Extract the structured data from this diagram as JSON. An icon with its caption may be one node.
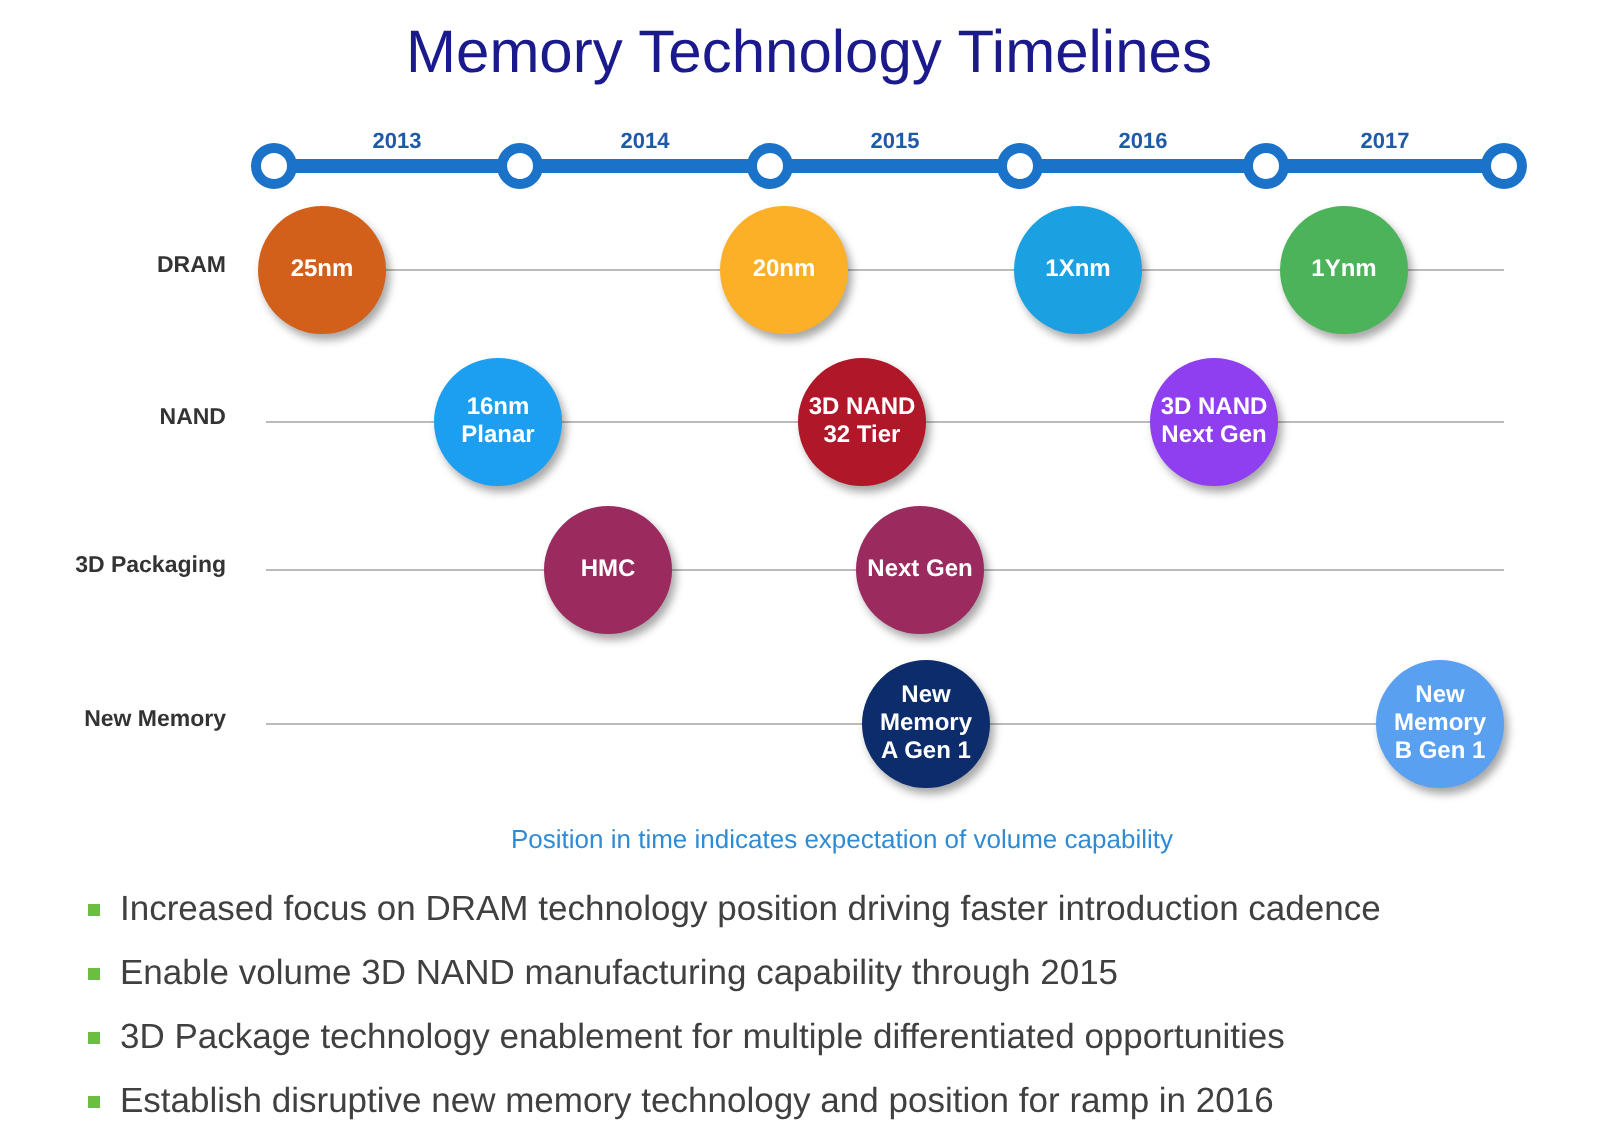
{
  "diagram": {
    "title": "Memory Technology Timelines",
    "nodes": [
      {
        "text": [
          "25nm"
        ]
      },
      {
        "text": [
          "20nm"
        ]
      },
      {
        "text": [
          "1Xnm"
        ]
      },
      {
        "text": [
          "1Ynm"
        ]
      },
      {
        "text": [
          "16nm Planar"
        ]
      },
      {
        "text": [
          "3D NAND 32 Tier"
        ]
      },
      {
        "text": [
          "3D NAND Next Gen"
        ]
      },
      {
        "text": [
          "HMC"
        ]
      },
      {
        "text": [
          "Next Gen"
        ]
      },
      {
        "text": [
          "New Memory A Gen 1"
        ]
      },
      {
        "text": [
          "New Memory B Gen 1"
        ]
      }
    ],
    "edges": [],
    "labels": [
      "2013",
      "2014",
      "2015",
      "2016",
      "2017",
      "DRAM",
      "NAND",
      "3D Packaging",
      "New Memory",
      "Position in time indicates expectation of volume capability",
      "Increased focus on DRAM technology position driving faster introduction cadence",
      "Enable volume 3D NAND manufacturing capability through 2015",
      "3D Package technology enablement for multiple differentiated opportunities",
      "Establish disruptive new memory technology and position for ramp in 2016"
    ]
  }
}
